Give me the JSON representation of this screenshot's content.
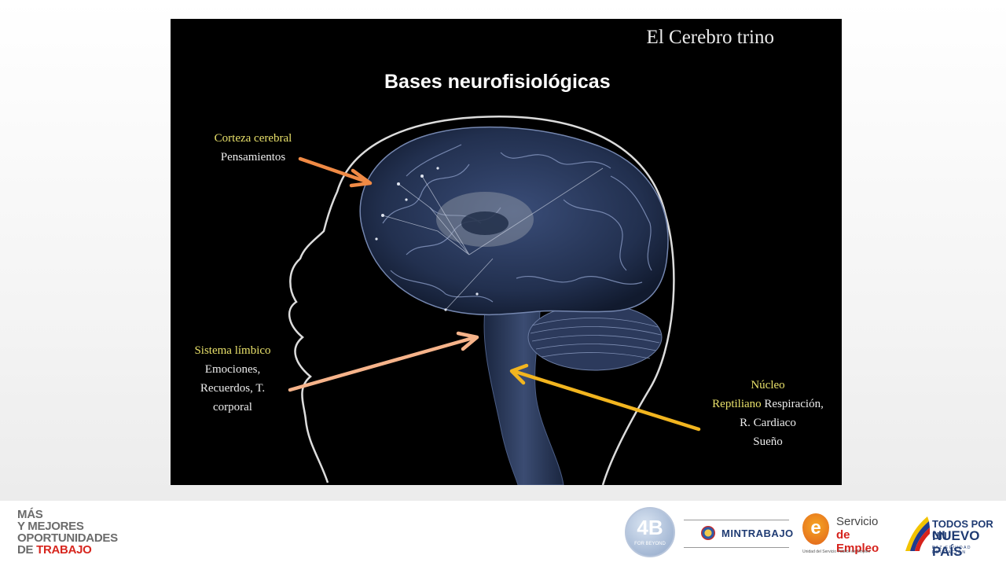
{
  "slide": {
    "image_title": "El Cerebro trino",
    "title": "Bases neurofisiológicas"
  },
  "labels": {
    "corteza": {
      "heading": "Corteza cerebral",
      "lines": [
        "Pensamientos"
      ]
    },
    "limbico": {
      "heading": "Sistema límbico",
      "lines": [
        "Emociones,",
        "Recuerdos, T.",
        "corporal"
      ]
    },
    "reptiliano": {
      "heading_1": "Núcleo",
      "heading_2": "Reptiliano",
      "line_1_rest": "Respiración,",
      "lines": [
        "R. Cardiaco",
        "Sueño"
      ]
    }
  },
  "colors": {
    "arrow_corteza": "#f08a45",
    "arrow_limbico": "#f6b38a",
    "arrow_reptiliano": "#f2b51f",
    "label_heading": "#e8e06a",
    "brain": "#243454"
  },
  "footer": {
    "tagline": [
      "MÁS",
      "Y MEJORES",
      "OPORTUNIDADES"
    ],
    "tagline_last_prefix": "DE ",
    "tagline_last_accent": "TRABAJO",
    "logos": {
      "fourb": {
        "big": "4B",
        "small": "FOR BEYOND"
      },
      "mintrabajo": {
        "text": "MINTRABAJO"
      },
      "servicio": {
        "line1": "Servicio",
        "line2": "de Empleo",
        "line3": "Unidad del Servicio Público de Empleo",
        "mark": "e"
      },
      "tpnp": {
        "line1": "TODOS POR UN",
        "line2": "NUEVO PAÍS",
        "line3": "PAZ  EQUIDAD  EDUCACIÓN"
      }
    }
  }
}
